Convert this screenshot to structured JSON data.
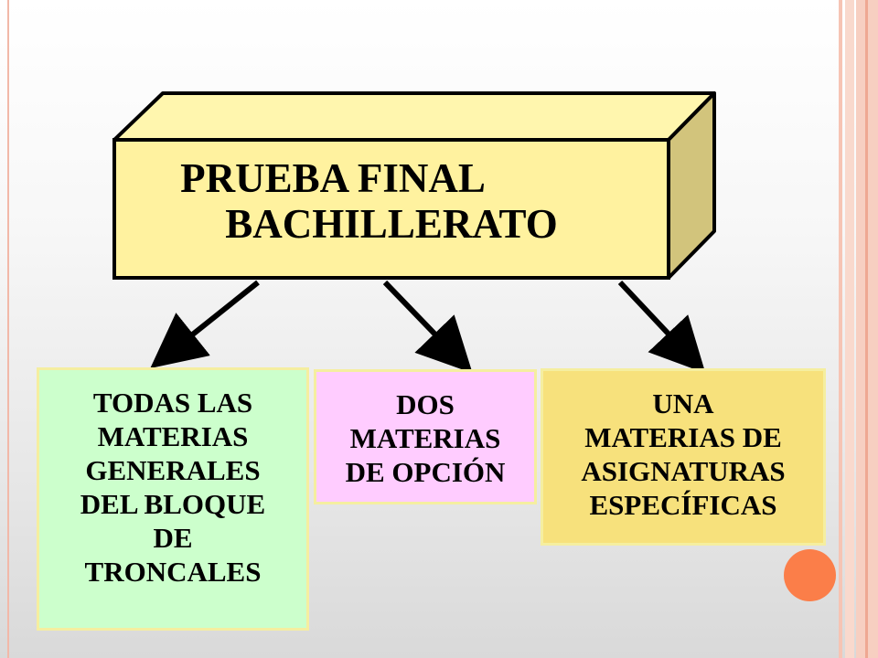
{
  "diagram": {
    "title_lines": [
      "PRUEBA FINAL",
      "BACHILLERATO"
    ],
    "boxes": [
      {
        "id": "left",
        "text": "TODAS LAS\nMATERIAS\nGENERALES\nDEL BLOQUE\nDE\nTRONCALES",
        "color": "#ccffcc"
      },
      {
        "id": "middle",
        "text": "DOS\nMATERIAS\nDE OPCIÓN",
        "color": "#ffccff"
      },
      {
        "id": "right",
        "text": "UNA\nMATERIAS DE\nASIGNATURAS\nESPECÍFICAS",
        "color": "#f7e17c"
      }
    ],
    "block_colors": {
      "front": "#fff29f",
      "top": "#fff6ae",
      "side": "#d2c47c"
    },
    "accent_circle": "#fb7e49"
  }
}
